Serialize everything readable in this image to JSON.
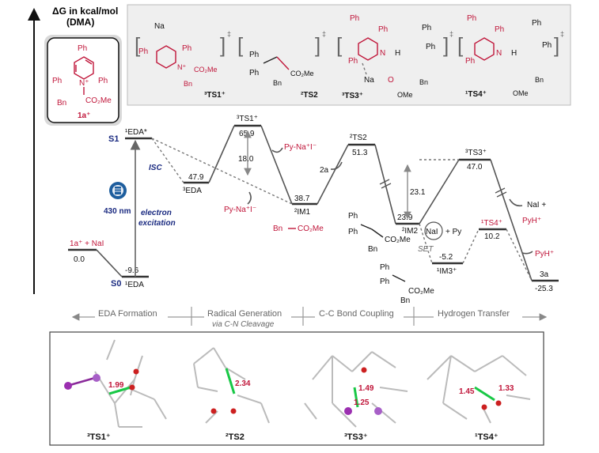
{
  "axis": {
    "title_line1": "ΔG in kcal/mol",
    "title_line2": "(DMA)"
  },
  "reactant": {
    "label": "1a⁺",
    "Ph_top": "Ph",
    "Ph_left": "Ph",
    "Ph_right": "Ph",
    "Bn": "Bn",
    "ester": "CO₂Me",
    "N": "N⁺"
  },
  "ts_structures": [
    {
      "label": "³TS1⁺",
      "Na": "Na",
      "Ph_a": "Ph",
      "Ph_b": "Ph",
      "ester": "CO₂Me",
      "Bn": "Bn",
      "N": "N⁺",
      "ddagger": "‡"
    },
    {
      "label": "²TS2",
      "Ph_a": "Ph",
      "Ph_b": "Ph",
      "ester": "CO₂Me",
      "Bn": "Bn",
      "ddagger": "‡"
    },
    {
      "label": "³TS3⁺",
      "Ph_a": "Ph",
      "Ph_b": "Ph",
      "Ph_c": "Ph",
      "Ph_d": "Ph",
      "Ph_e": "Ph",
      "N": "N",
      "H": "H",
      "Na": "Na",
      "O": "O",
      "Bn": "Bn",
      "OMe": "OMe",
      "ddagger": "‡"
    },
    {
      "label": "¹TS4⁺",
      "Ph_a": "Ph",
      "Ph_b": "Ph",
      "Ph_c": "Ph",
      "Ph_d": "Ph",
      "Ph_e": "Ph",
      "N": "N",
      "H": "H",
      "Bn": "Bn",
      "OMe": "OMe",
      "ddagger": "‡"
    }
  ],
  "states": {
    "S1": "S1",
    "S0": "S0",
    "EDA_star": "¹EDA*",
    "reactant_pair": "1a⁺ + NaI",
    "reactant_energy": "0.0",
    "EDA_S0": "¹EDA",
    "EDA_S0_energy": "-9.6",
    "EDA3": "³EDA",
    "EDA3_energy": "47.9",
    "TS1": "³TS1⁺",
    "TS1_energy": "65.9",
    "barrier1": "18.0",
    "IM1": "²IM1",
    "IM1_energy": "38.7",
    "TS2": "²TS2",
    "TS2_energy": "51.3",
    "IM2": "²IM2",
    "IM2_energy": "23.9",
    "TS3": "³TS3⁺",
    "TS3_energy": "47.0",
    "barrier3": "23.1",
    "TS4": "¹TS4⁺",
    "TS4_energy": "10.2",
    "IM3": "¹IM3⁺",
    "IM3_energy": "-5.2",
    "product": "3a",
    "product_energy": "-25.3"
  },
  "annotations": {
    "isc": "ISC",
    "wavelength": "430 nm",
    "excitation_1": "electron",
    "excitation_2": "excitation",
    "py_na_i_1": "Py-Na⁺I⁻",
    "py_na_i_2": "Py-Na⁺I⁻",
    "a2": "2a",
    "benzyl_radical_ester": "CO₂Me",
    "benzyl_radical_Bn": "Bn",
    "nai": "NaI",
    "plus_py": "+ Py",
    "set": "SET",
    "nai_plus": "NaI +",
    "pyh_1": "PyH⁺",
    "pyh_2": "PyH⁺",
    "radical_Ph_a": "Ph",
    "radical_Ph_b": "Ph",
    "radical_Bn": "Bn",
    "radical_ester": "CO₂Me",
    "cation_Ph_a": "Ph",
    "cation_Ph_b": "Ph",
    "cation_Bn": "Bn",
    "cation_ester": "CO₂Me"
  },
  "stages": [
    {
      "title": "EDA Formation",
      "subtitle": ""
    },
    {
      "title": "Radical Generation",
      "subtitle": "via C-N Cleavage"
    },
    {
      "title": "C-C Bond Coupling",
      "subtitle": ""
    },
    {
      "title": "Hydrogen Transfer",
      "subtitle": ""
    }
  ],
  "geometries": [
    {
      "label": "³TS1⁺",
      "distances": [
        "1.99"
      ]
    },
    {
      "label": "²TS2",
      "distances": [
        "2.34"
      ]
    },
    {
      "label": "³TS3⁺",
      "distances": [
        "1.49",
        "1.25"
      ]
    },
    {
      "label": "¹TS4⁺",
      "distances": [
        "1.45",
        "1.33"
      ]
    }
  ],
  "colors": {
    "highlight": "#c0163a",
    "navy": "#1a2a80",
    "bond_green": "#19c846"
  }
}
